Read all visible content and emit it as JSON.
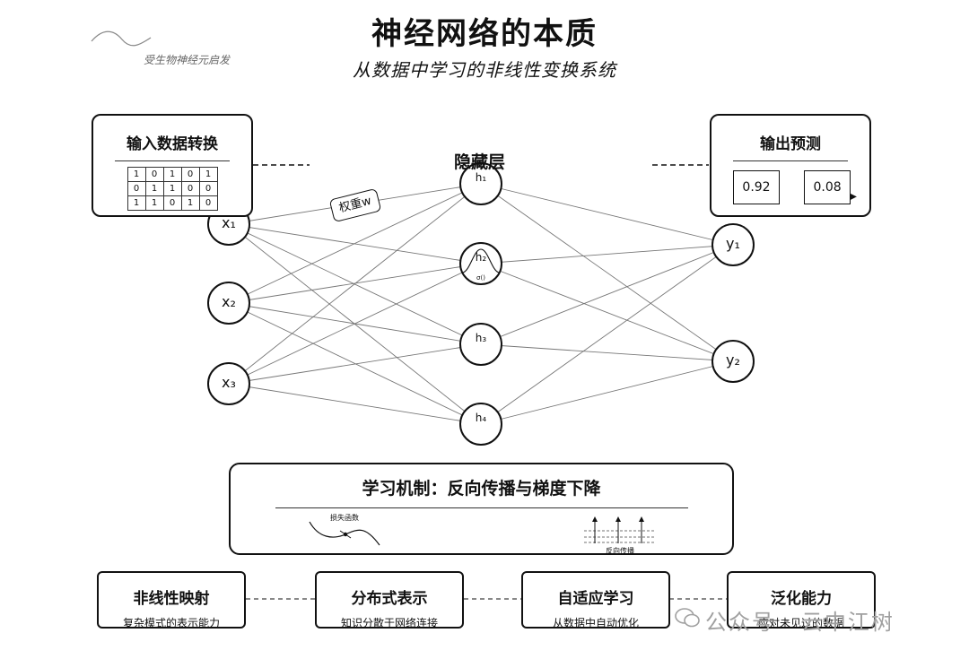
{
  "header": {
    "title": "神经网络的本质",
    "subtitle": "从数据中学习的非线性变换系统",
    "bio_note": "受生物神经元启发"
  },
  "input_box": {
    "title": "输入数据转换",
    "matrix": [
      [
        1,
        0,
        1,
        0,
        1
      ],
      [
        0,
        1,
        1,
        0,
        0
      ],
      [
        1,
        1,
        0,
        1,
        0
      ]
    ]
  },
  "output_box": {
    "title": "输出预测",
    "values": [
      "0.92",
      "0.08"
    ]
  },
  "layers": {
    "hidden_label": "隐藏层",
    "input_nodes": [
      "x₁",
      "x₂",
      "x₃"
    ],
    "hidden_nodes": [
      "h₁",
      "h₂",
      "h₃",
      "h₄"
    ],
    "output_nodes": [
      "y₁",
      "y₂"
    ],
    "activation_label": "σ()",
    "weight_tag": "权重w"
  },
  "learning_box": {
    "title": "学习机制：反向传播与梯度下降",
    "loss_label": "损失函数",
    "backprop_label": "反向传播"
  },
  "features": [
    {
      "title": "非线性映射",
      "desc": "复杂模式的表示能力"
    },
    {
      "title": "分布式表示",
      "desc": "知识分散于网络连接"
    },
    {
      "title": "自适应学习",
      "desc": "从数据中自动优化"
    },
    {
      "title": "泛化能力",
      "desc": "应对未见过的数据"
    }
  ],
  "watermark": "公众号 · 云中江树"
}
